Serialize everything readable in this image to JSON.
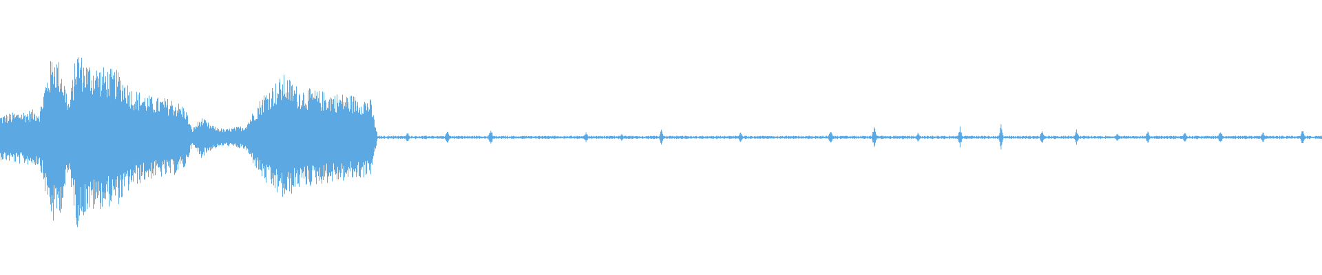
{
  "waveform": {
    "color": "#5ba8e3",
    "background": "#ffffff",
    "duration_fraction_loud_section": 0.285,
    "envelope_peaks": [
      {
        "t": 0.0,
        "amp": 0.22
      },
      {
        "t": 0.015,
        "amp": 0.26
      },
      {
        "t": 0.03,
        "amp": 0.28
      },
      {
        "t": 0.034,
        "amp": 0.55
      },
      {
        "t": 0.04,
        "amp": 0.85
      },
      {
        "t": 0.046,
        "amp": 0.72
      },
      {
        "t": 0.052,
        "amp": 0.35
      },
      {
        "t": 0.058,
        "amp": 0.88
      },
      {
        "t": 0.064,
        "amp": 0.75
      },
      {
        "t": 0.075,
        "amp": 0.7
      },
      {
        "t": 0.09,
        "amp": 0.65
      },
      {
        "t": 0.1,
        "amp": 0.48
      },
      {
        "t": 0.115,
        "amp": 0.4
      },
      {
        "t": 0.13,
        "amp": 0.38
      },
      {
        "t": 0.14,
        "amp": 0.3
      },
      {
        "t": 0.145,
        "amp": 0.08
      },
      {
        "t": 0.152,
        "amp": 0.2
      },
      {
        "t": 0.16,
        "amp": 0.12
      },
      {
        "t": 0.17,
        "amp": 0.08
      },
      {
        "t": 0.185,
        "amp": 0.12
      },
      {
        "t": 0.2,
        "amp": 0.45
      },
      {
        "t": 0.215,
        "amp": 0.62
      },
      {
        "t": 0.225,
        "amp": 0.5
      },
      {
        "t": 0.245,
        "amp": 0.45
      },
      {
        "t": 0.265,
        "amp": 0.42
      },
      {
        "t": 0.28,
        "amp": 0.38
      },
      {
        "t": 0.285,
        "amp": 0.05
      },
      {
        "t": 0.29,
        "amp": 0.015
      }
    ],
    "transients": [
      {
        "t": 0.308,
        "amp": 0.06
      },
      {
        "t": 0.338,
        "amp": 0.08
      },
      {
        "t": 0.371,
        "amp": 0.1
      },
      {
        "t": 0.443,
        "amp": 0.06
      },
      {
        "t": 0.47,
        "amp": 0.04
      },
      {
        "t": 0.5,
        "amp": 0.08
      },
      {
        "t": 0.56,
        "amp": 0.06
      },
      {
        "t": 0.628,
        "amp": 0.08
      },
      {
        "t": 0.661,
        "amp": 0.12
      },
      {
        "t": 0.694,
        "amp": 0.05
      },
      {
        "t": 0.726,
        "amp": 0.11
      },
      {
        "t": 0.757,
        "amp": 0.14
      },
      {
        "t": 0.788,
        "amp": 0.09
      },
      {
        "t": 0.814,
        "amp": 0.08
      },
      {
        "t": 0.845,
        "amp": 0.05
      },
      {
        "t": 0.868,
        "amp": 0.07
      },
      {
        "t": 0.896,
        "amp": 0.06
      },
      {
        "t": 0.923,
        "amp": 0.08
      },
      {
        "t": 0.955,
        "amp": 0.07
      },
      {
        "t": 0.985,
        "amp": 0.08
      }
    ],
    "noise_floor_amp": 0.012
  }
}
